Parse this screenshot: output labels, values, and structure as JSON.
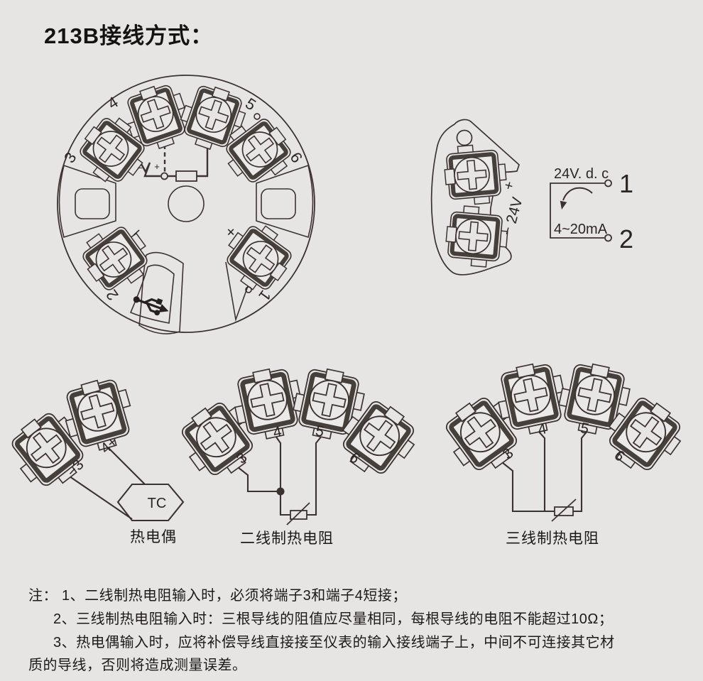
{
  "colors": {
    "background": "#e7e5e4",
    "line": "#3b3331",
    "ink": "#242020"
  },
  "title": "213B接线方式：",
  "head_top_view": {
    "terminals": {
      "t1": "1",
      "t2": "2",
      "t3": "3",
      "t4": "4",
      "t5": "5",
      "t6": "6"
    },
    "output_plus": "+",
    "output_minus": "−",
    "sensor_plus": "+",
    "sensor_minus": "−"
  },
  "head_side_view": {
    "plus": "+",
    "supply": "24V",
    "minus": "−"
  },
  "loop_schematic": {
    "supply_label": "24V. d. c",
    "signal_label": "4~20mA",
    "terminal_1": "1",
    "terminal_2": "2"
  },
  "thermocouple": {
    "terminal_3": "−3",
    "terminal_4": "4+",
    "sensor": "TC",
    "caption": "热电偶"
  },
  "rtd_two_wire": {
    "terminal_3": "3",
    "terminal_4": "4",
    "terminal_5": "5",
    "terminal_6": "6",
    "caption": "二线制热电阻"
  },
  "rtd_three_wire": {
    "terminal_3": "3",
    "terminal_4": "4",
    "terminal_5": "5",
    "terminal_6": "6",
    "caption": "三线制热电阻"
  },
  "notes": {
    "prefix": "注：",
    "item_1": "1、二线制热电阻输入时，必须将端子3和端子4短接；",
    "item_2": "2、三线制热电阻输入时：三根导线的阻值应尽量相同，每根导线的电阻不能超过10Ω；",
    "item_3": "3、热电偶输入时，应将补偿导线直接接至仪表的输入接线端子上，中间不可连接其它材",
    "item_4": "质的导线，否则将造成测量误差。"
  }
}
